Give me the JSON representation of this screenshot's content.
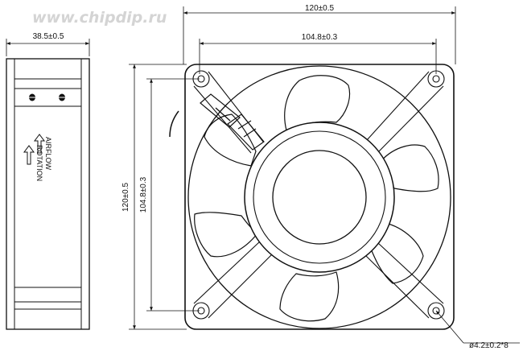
{
  "watermark": "www.chipdip.ru",
  "dimensions": {
    "side_width": "38.5±0.5",
    "front_width": "120±0.5",
    "front_hole_spacing_h": "104.8±0.3",
    "front_height": "120±0.5",
    "front_hole_spacing_v": "104.8±0.3",
    "hole_callout": "ø4.2±0.2*8"
  },
  "labels": {
    "airflow": "AIRFLOW",
    "rotation": "ROTATION"
  },
  "colors": {
    "line": "#111111",
    "watermark": "#d4d4d4"
  },
  "icons": {
    "airflow_arrow": "arrow-up-icon",
    "rotation_arrow": "arrow-up-icon"
  }
}
